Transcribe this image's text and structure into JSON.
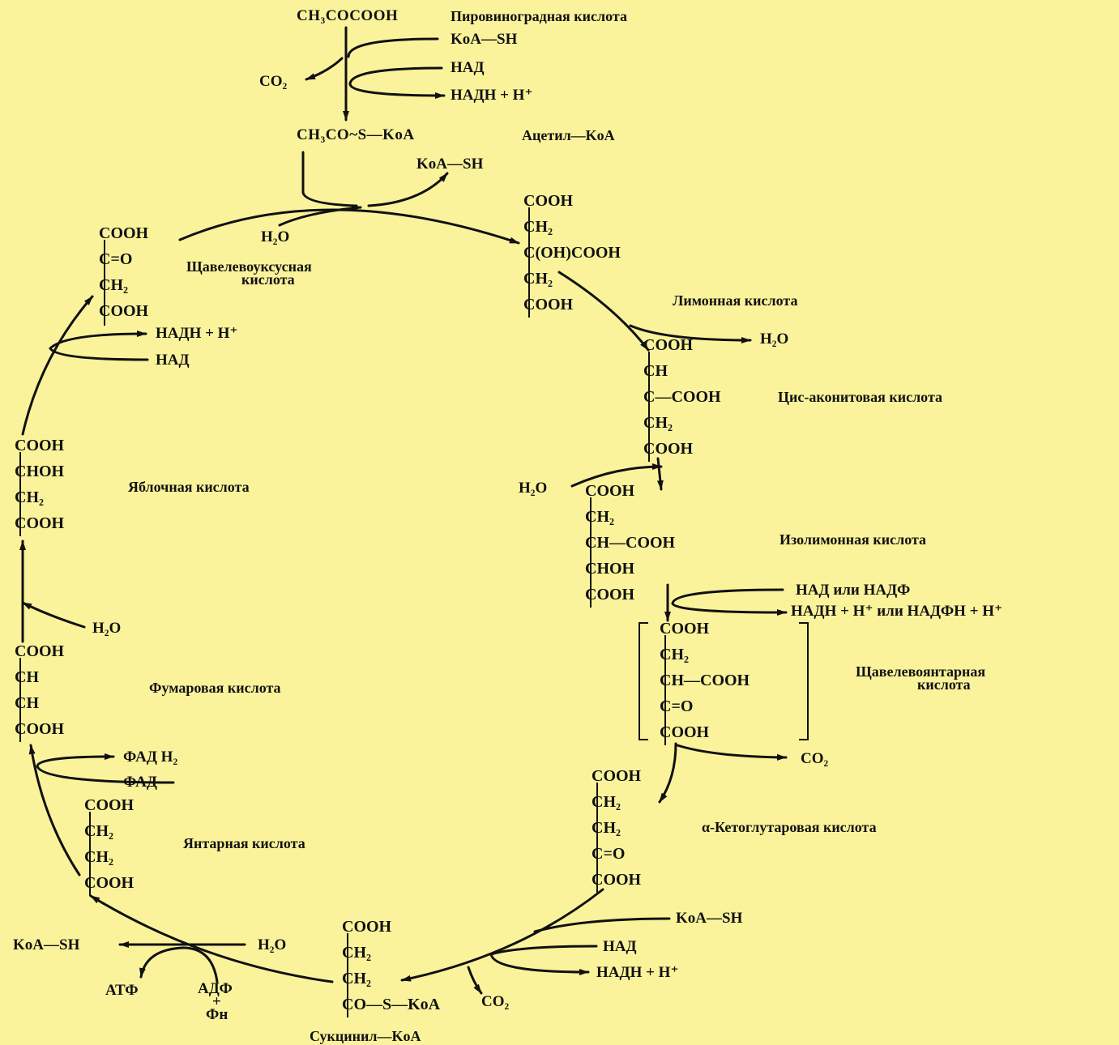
{
  "pyruvate": {
    "formula": "CH₃COCOOH",
    "name": "Пировиноградная кислота"
  },
  "step1": {
    "koa_sh": "KoA—SH",
    "nad": "НАД",
    "nadh": "НАДН + H⁺",
    "co2": "CO₂"
  },
  "acetyl_coa": {
    "formula": "CH₃CO~S—KoA",
    "name": "Ацетил—KoA"
  },
  "step2": {
    "koa_sh": "KoA—SH",
    "h2o": "H₂O"
  },
  "oxaloacetate": {
    "lines": [
      "COOH",
      "C=O",
      "CH₂",
      "COOH"
    ],
    "name_line1": "Щавелевоуксусная",
    "name_line2": "кислота"
  },
  "citrate": {
    "lines": [
      "COOH",
      "CH₂",
      "C(OH)COOH",
      "CH₂",
      "COOH"
    ],
    "name": "Лимонная кислота"
  },
  "step3": {
    "h2o": "H₂O"
  },
  "cis_aconitate": {
    "lines": [
      "COOH",
      "CH",
      "C—COOH",
      "CH₂",
      "COOH"
    ],
    "name": "Цис-аконитовая кислота"
  },
  "step4": {
    "h2o": "H₂O"
  },
  "isocitrate": {
    "lines": [
      "COOH",
      "CH₂",
      "CH—COOH",
      "CHOH",
      "COOH"
    ],
    "name": "Изолимонная кислота"
  },
  "step5": {
    "nad": "НАД или НАДФ",
    "nadh": "НАДН + H⁺ или НАДФН + H⁺"
  },
  "oxalosuccinate": {
    "lines": [
      "COOH",
      "CH₂",
      "CH—COOH",
      "C=O",
      "COOH"
    ],
    "name_line1": "Щавелевоянтарная",
    "name_line2": "кислота"
  },
  "step6": {
    "co2": "CO₂"
  },
  "alpha_kg": {
    "lines": [
      "COOH",
      "CH₂",
      "CH₂",
      "C=O",
      "COOH"
    ],
    "name": "α-Кетоглутаровая кислота"
  },
  "step7": {
    "koa_sh": "KoA—SH",
    "nad": "НАД",
    "nadh": "НАДН + H⁺",
    "co2": "CO₂"
  },
  "succinyl_coa": {
    "lines": [
      "COOH",
      "CH₂",
      "CH₂",
      "CO—S—KoA"
    ],
    "name": "Сукцинил—KoA"
  },
  "step8": {
    "koa_sh": "KoA—SH",
    "h2o": "H₂O",
    "atp": "АТФ",
    "adp": "АДФ",
    "plus": "+",
    "pi": "Фн"
  },
  "succinate": {
    "lines": [
      "COOH",
      "CH₂",
      "CH₂",
      "COOH"
    ],
    "name": "Янтарная кислота"
  },
  "step9": {
    "fadh2": "ФАД H₂",
    "fad": "ФАД"
  },
  "fumarate": {
    "lines": [
      "COOH",
      "CH",
      "CH",
      "COOH"
    ],
    "name": "Фумаровая кислота"
  },
  "step10": {
    "h2o": "H₂O"
  },
  "malate": {
    "lines": [
      "COOH",
      "CHOH",
      "CH₂",
      "COOH"
    ],
    "name": "Яблочная кислота"
  },
  "step11": {
    "nadh": "НАДН + H⁺",
    "nad": "НАД"
  },
  "colors": {
    "background": "#FAF39B",
    "ink": "#111111"
  }
}
